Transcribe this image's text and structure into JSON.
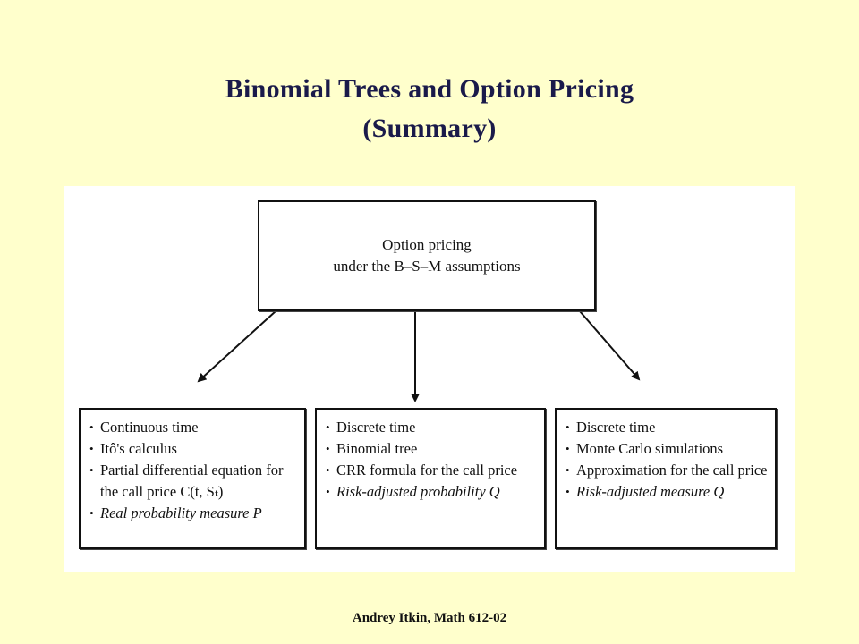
{
  "title": {
    "line1": "Binomial Trees and Option Pricing",
    "line2": "(Summary)"
  },
  "diagram": {
    "top_box": {
      "line1": "Option pricing",
      "line2": "under the B–S–M assumptions"
    },
    "boxes": [
      {
        "items": [
          "Continuous time",
          "Itô's calculus",
          "Partial differential equation for the call price C(t, Sₜ)",
          "Real probability measure P"
        ]
      },
      {
        "items": [
          "Discrete time",
          "Binomial tree",
          "CRR formula for the call price",
          "Risk-adjusted probability Q"
        ]
      },
      {
        "items": [
          "Discrete time",
          "Monte Carlo simulations",
          "Approximation for the call price",
          "Risk-adjusted measure Q"
        ]
      }
    ]
  },
  "footer": "Andrey Itkin, Math 612-02",
  "colors": {
    "background": "#ffffcc",
    "title": "#1a1a4a",
    "panel": "#ffffff"
  }
}
